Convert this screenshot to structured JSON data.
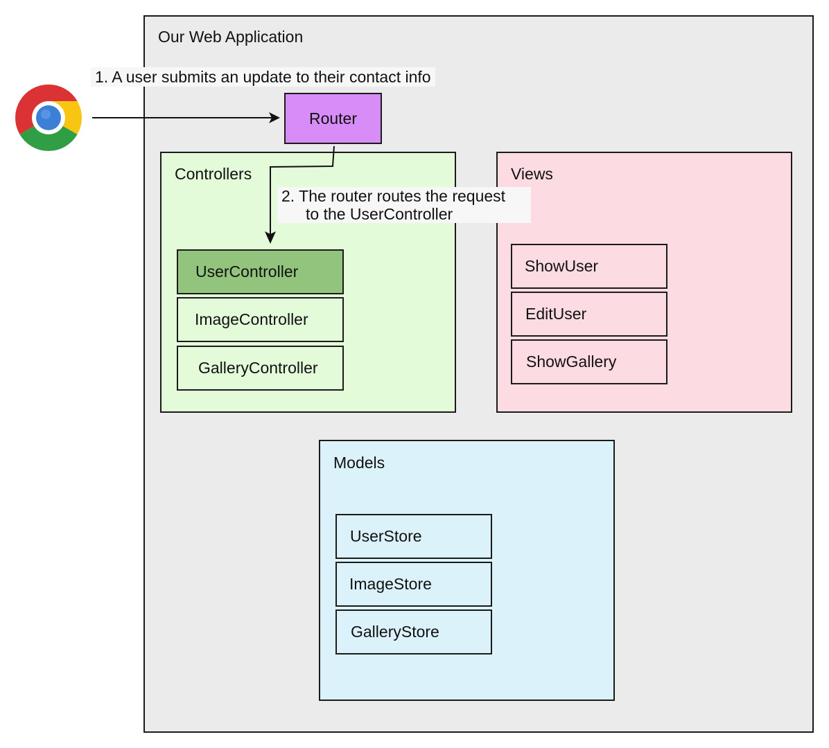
{
  "app": {
    "title": "Our Web Application"
  },
  "steps": {
    "step1": "1. A user submits an update to their contact info",
    "step2_line1": "2. The router routes the request",
    "step2_line2": "to the UserController"
  },
  "browser": {
    "icon": "chrome-browser-icon"
  },
  "router": {
    "label": "Router",
    "color": "#d78cf7"
  },
  "controllers": {
    "title": "Controllers",
    "color": "#e3fbd9",
    "active_color": "#93c47d",
    "items": [
      {
        "label": "UserController",
        "active": true
      },
      {
        "label": "ImageController",
        "active": false
      },
      {
        "label": "GalleryController",
        "active": false
      }
    ]
  },
  "views": {
    "title": "Views",
    "color": "#fddbe3",
    "items": [
      {
        "label": "ShowUser"
      },
      {
        "label": "EditUser"
      },
      {
        "label": "ShowGallery"
      }
    ]
  },
  "models": {
    "title": "Models",
    "color": "#dbf2fb",
    "items": [
      {
        "label": "UserStore"
      },
      {
        "label": "ImageStore"
      },
      {
        "label": "GalleryStore"
      }
    ]
  }
}
